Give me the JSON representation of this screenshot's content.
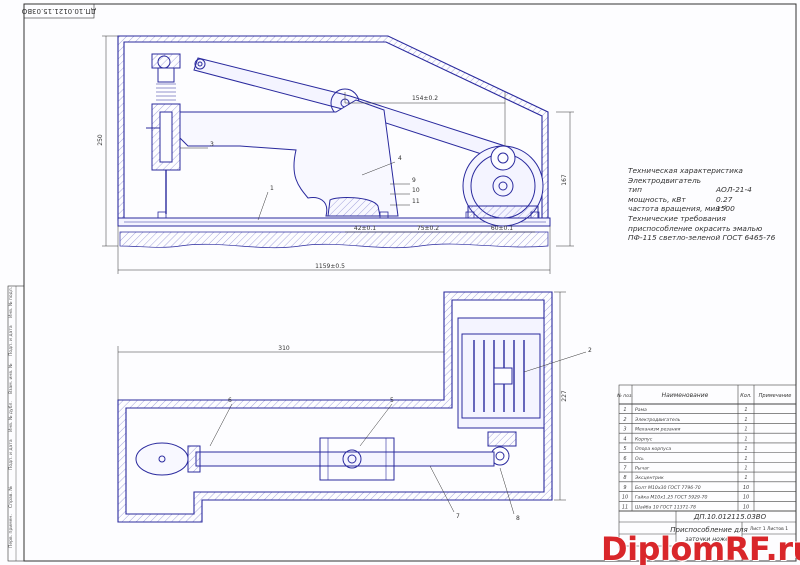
{
  "sheet": {
    "top_code": "ДП.10.0121.15.03ВО",
    "title_code": "ДП.10.012115.03ВО",
    "title_name": "Приспособление для",
    "title_name_line2": "заточки ножей",
    "sheet_info": "Лист 1 Листов 1"
  },
  "side_view": {
    "dimensions": {
      "overall_length": "1159±0.5",
      "height": "250",
      "height_right": "167",
      "span_upper": "154±0.2",
      "span_1": "42±0.1",
      "span_2": "75±0.2",
      "span_3": "60±0.1"
    },
    "callouts": [
      "1",
      "3",
      "4",
      "9",
      "10",
      "11"
    ]
  },
  "plan_view": {
    "dimensions": {
      "length": "310",
      "width": "227"
    },
    "callouts": [
      "2",
      "5",
      "6",
      "7",
      "8"
    ]
  },
  "technical_characteristics": {
    "title": "Техническая характеристика",
    "motor_label": "Электродвигатель",
    "rows": [
      {
        "key": "тип",
        "value": "АОЛ-21-4"
      },
      {
        "key": "мощность, кВт",
        "value": "0.27"
      },
      {
        "key": "частота вращения, мин⁻¹",
        "value": "1500"
      }
    ]
  },
  "technical_requirements": {
    "title": "Технические требования",
    "lines": [
      "приспособление окрасить эмалью",
      "ПФ-115 светло-зеленой ГОСТ 6465-76"
    ]
  },
  "spec_table": {
    "headers": [
      "№ поз.",
      "Наименование",
      "Кол.",
      "Примечание"
    ],
    "rows": [
      [
        "1",
        "Рама",
        "1",
        ""
      ],
      [
        "2",
        "Электродвигатель",
        "1",
        ""
      ],
      [
        "3",
        "Механизм резания",
        "1",
        ""
      ],
      [
        "4",
        "Корпус",
        "1",
        ""
      ],
      [
        "5",
        "Опора корпуса",
        "1",
        ""
      ],
      [
        "6",
        "Ось",
        "1",
        ""
      ],
      [
        "7",
        "Рычаг",
        "1",
        ""
      ],
      [
        "8",
        "Эксцентрик",
        "1",
        ""
      ],
      [
        "9",
        "Болт М10х30 ГОСТ 7796-70",
        "10",
        ""
      ],
      [
        "10",
        "Гайка М10х1.25 ГОСТ 5929-70",
        "10",
        ""
      ],
      [
        "11",
        "Шайба 10 ГОСТ 11371-78",
        "10",
        ""
      ]
    ]
  },
  "side_stamps": [
    "Перв. примен.",
    "Справ. №",
    "Подп. и дата",
    "Инв. № дубл.",
    "Взам. инв. №",
    "Подп. и дата",
    "Инв. № подл."
  ],
  "watermark": "DiplomRF.ru",
  "colors": {
    "line": "#2a2a9e",
    "line_light": "#6b6bc4",
    "text": "#333333",
    "watermark": "#d9262a",
    "paper": "#fdfdff"
  }
}
